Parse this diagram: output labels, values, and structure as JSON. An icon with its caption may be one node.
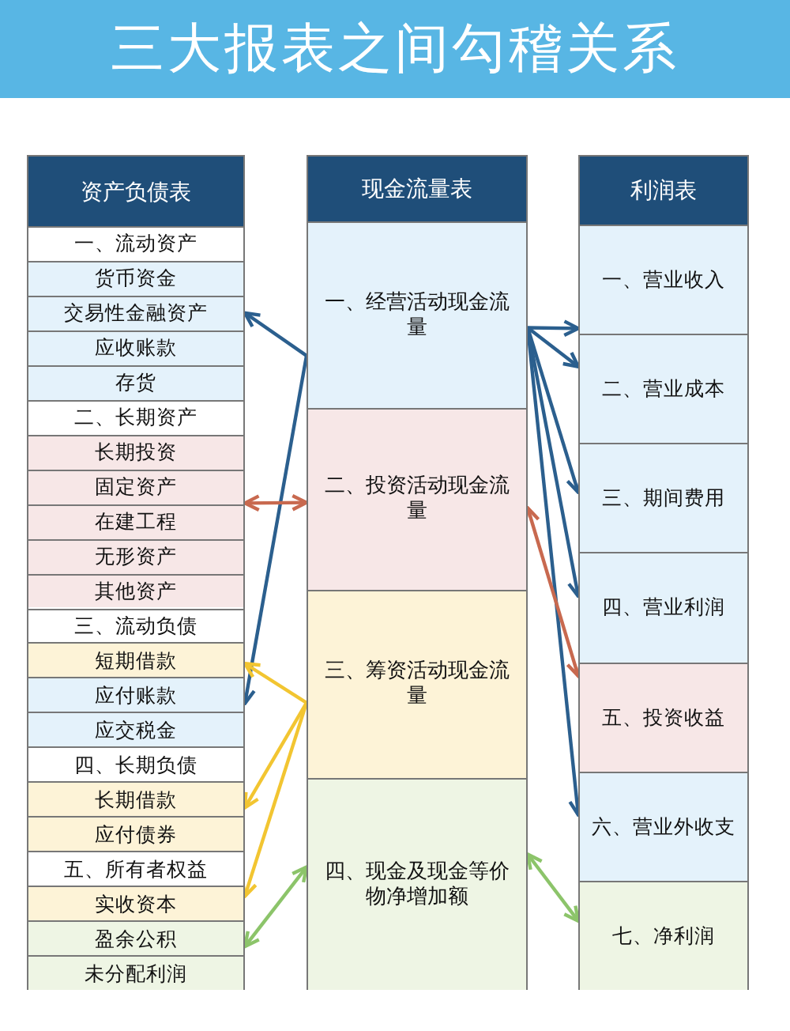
{
  "diagram": {
    "title": "三大报表之间勾稽关系",
    "nodes": [
      {
        "text": [
          "资产负债表"
        ]
      },
      {
        "text": [
          "一、流动资产"
        ],
        "in": 0
      },
      {
        "text": [
          "货币资金"
        ],
        "in": 0
      },
      {
        "text": [
          "交易性金融资产"
        ],
        "in": 0
      },
      {
        "text": [
          "应收账款"
        ],
        "in": 0
      },
      {
        "text": [
          "存货"
        ],
        "in": 0
      },
      {
        "text": [
          "二、长期资产"
        ],
        "in": 0
      },
      {
        "text": [
          "长期投资"
        ],
        "in": 0
      },
      {
        "text": [
          "固定资产"
        ],
        "in": 0
      },
      {
        "text": [
          "在建工程"
        ],
        "in": 0
      },
      {
        "text": [
          "无形资产"
        ],
        "in": 0
      },
      {
        "text": [
          "其他资产"
        ],
        "in": 0
      },
      {
        "text": [
          "三、流动负债"
        ],
        "in": 0
      },
      {
        "text": [
          "短期借款"
        ],
        "in": 0
      },
      {
        "text": [
          "应付账款"
        ],
        "in": 0
      },
      {
        "text": [
          "应交税金"
        ],
        "in": 0
      },
      {
        "text": [
          "四、长期负债"
        ],
        "in": 0
      },
      {
        "text": [
          "长期借款"
        ],
        "in": 0
      },
      {
        "text": [
          "应付债券"
        ],
        "in": 0
      },
      {
        "text": [
          "五、所有者权益"
        ],
        "in": 0
      },
      {
        "text": [
          "实收资本"
        ],
        "in": 0
      },
      {
        "text": [
          "盈余公积"
        ],
        "in": 0
      },
      {
        "text": [
          "未分配利润"
        ],
        "in": 0
      },
      {
        "text": [
          "现金流量表"
        ]
      },
      {
        "text": [
          "一、经营活动现金流量"
        ],
        "in": 23
      },
      {
        "text": [
          "二、投资活动现金流量"
        ],
        "in": 23
      },
      {
        "text": [
          "三、筹资活动现金流量"
        ],
        "in": 23
      },
      {
        "text": [
          "四、现金及现金等价物净增加额"
        ],
        "in": 23
      },
      {
        "text": [
          "利润表"
        ]
      },
      {
        "text": [
          "一、营业收入"
        ],
        "in": 28
      },
      {
        "text": [
          "二、营业成本"
        ],
        "in": 28
      },
      {
        "text": [
          "三、期间费用"
        ],
        "in": 28
      },
      {
        "text": [
          "四、营业利润"
        ],
        "in": 28
      },
      {
        "text": [
          "五、投资收益"
        ],
        "in": 28
      },
      {
        "text": [
          "六、营业外收支"
        ],
        "in": 28
      },
      {
        "text": [
          "七、净利润"
        ],
        "in": 28
      }
    ],
    "edges": [
      {
        "from": 24,
        "to": 3,
        "arrow": "to"
      },
      {
        "from": 24,
        "to": 14,
        "arrow": "to"
      },
      {
        "from": 25,
        "to": 8,
        "arrow": "both",
        "color": "#c8694f"
      },
      {
        "from": 26,
        "to": 13,
        "arrow": "to",
        "color": "#f2c531"
      },
      {
        "from": 26,
        "to": 17,
        "arrow": "to",
        "color": "#f2c531"
      },
      {
        "from": 26,
        "to": 20,
        "arrow": "to",
        "color": "#f2c531"
      },
      {
        "from": 27,
        "to": 21,
        "arrow": "both",
        "color": "#8cc46a"
      },
      {
        "from": 24,
        "to": 29,
        "arrow": "to"
      },
      {
        "from": 24,
        "to": 30,
        "arrow": "to"
      },
      {
        "from": 24,
        "to": 31,
        "arrow": "to"
      },
      {
        "from": 24,
        "to": 32,
        "arrow": "to"
      },
      {
        "from": 24,
        "to": 34,
        "arrow": "to"
      },
      {
        "from": 25,
        "to": 33,
        "arrow": "both",
        "color": "#c8694f"
      },
      {
        "from": 27,
        "to": 35,
        "arrow": "both",
        "color": "#8cc46a"
      }
    ]
  }
}
